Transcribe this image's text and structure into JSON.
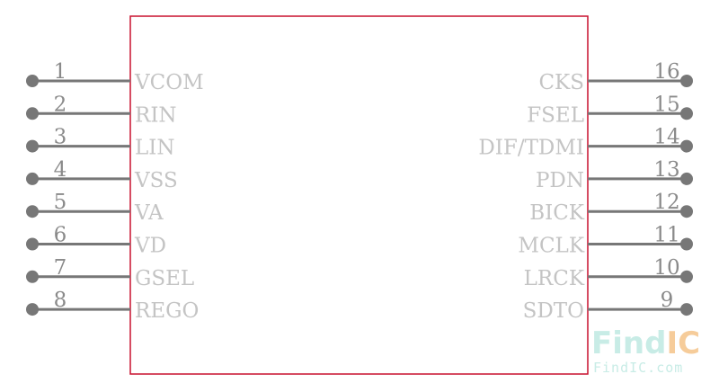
{
  "colors": {
    "body_outline": "#c8102e",
    "pin_line": "#777777",
    "pin_name": "#c4c4c4",
    "pin_number": "#8a8a8a",
    "watermark": "#c8ece6",
    "watermark_accent": "#f6cc9a"
  },
  "left_pins": [
    {
      "number": "1",
      "name": "VCOM"
    },
    {
      "number": "2",
      "name": "RIN"
    },
    {
      "number": "3",
      "name": "LIN"
    },
    {
      "number": "4",
      "name": "VSS"
    },
    {
      "number": "5",
      "name": "VA"
    },
    {
      "number": "6",
      "name": "VD"
    },
    {
      "number": "7",
      "name": "GSEL"
    },
    {
      "number": "8",
      "name": "REGO"
    }
  ],
  "right_pins": [
    {
      "number": "16",
      "name": "CKS"
    },
    {
      "number": "15",
      "name": "FSEL"
    },
    {
      "number": "14",
      "name": "DIF/TDMI"
    },
    {
      "number": "13",
      "name": "PDN"
    },
    {
      "number": "12",
      "name": "BICK"
    },
    {
      "number": "11",
      "name": "MCLK"
    },
    {
      "number": "10",
      "name": "LRCK"
    },
    {
      "number": "9",
      "name": "SDTO"
    }
  ],
  "watermark": {
    "logo_main": "Find",
    "logo_accent": "IC",
    "url": "FindIC.com"
  }
}
